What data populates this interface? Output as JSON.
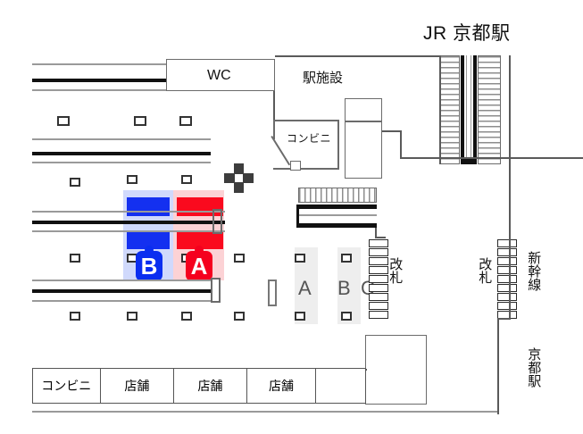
{
  "map": {
    "title": "JR 京都駅",
    "facility_labels": {
      "wc": "WC",
      "station_facility": "駅施設",
      "convenience_upper": "コンビニ"
    },
    "platform_letters": [
      "A",
      "B",
      "C"
    ],
    "markers": [
      {
        "id": "marker-b",
        "label": "B",
        "color": "#0a2ef0",
        "band_color": "rgba(40,80,240,0.22)"
      },
      {
        "id": "marker-a",
        "label": "A",
        "color": "#f5001e",
        "band_color": "rgba(240,30,45,0.20)"
      }
    ],
    "gates": [
      {
        "id": "gate-left",
        "label": "改札"
      },
      {
        "id": "gate-right",
        "label": "改札"
      }
    ],
    "right_labels": {
      "shinkansen": "新幹線",
      "kyoto_station": "京都駅"
    },
    "bottom_shops": [
      {
        "label": "コンビニ"
      },
      {
        "label": "店舗"
      },
      {
        "label": "店舗"
      },
      {
        "label": "店舗"
      },
      {
        "label": ""
      }
    ]
  }
}
